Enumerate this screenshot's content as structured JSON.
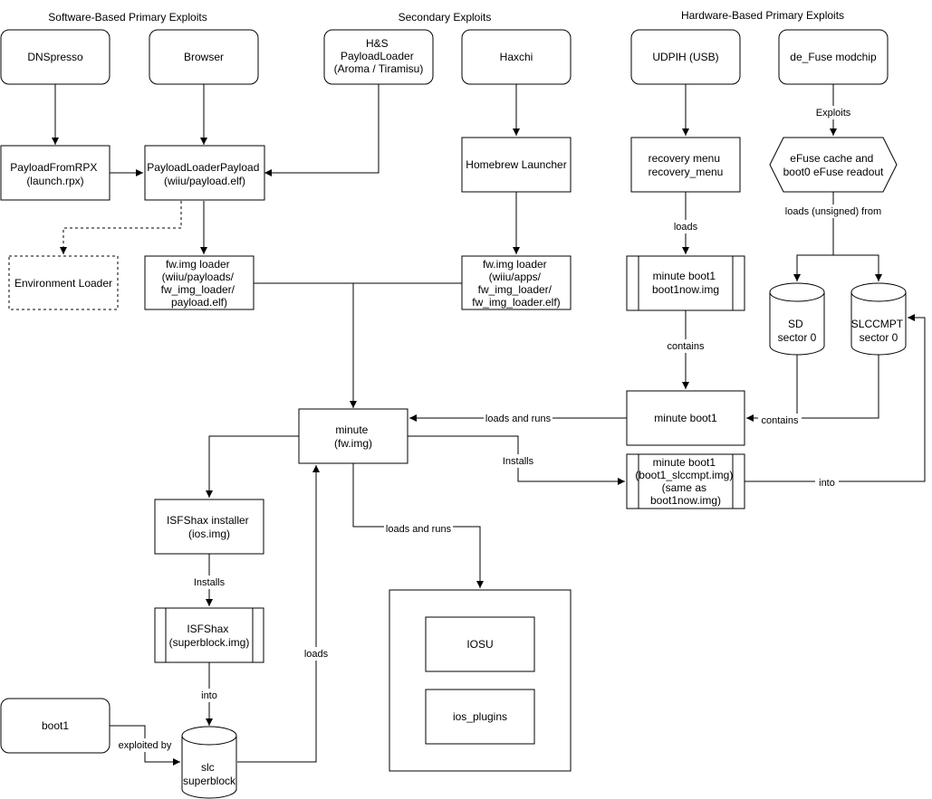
{
  "headers": {
    "software": "Software-Based Primary Exploits",
    "secondary": "Secondary Exploits",
    "hardware": "Hardware-Based Primary Exploits"
  },
  "nodes": {
    "dnspresso": [
      "DNSpresso"
    ],
    "browser": [
      "Browser"
    ],
    "hs_payloadloader": [
      "H&S",
      "PayloadLoader",
      "(Aroma / Tiramisu)"
    ],
    "haxchi": [
      "Haxchi"
    ],
    "udpih": [
      "UDPIH (USB)"
    ],
    "de_fuse": [
      "de_Fuse modchip"
    ],
    "payloadfromrpx": [
      "PayloadFromRPX",
      "(launch.rpx)"
    ],
    "payloadloaderpayload": [
      "PayloadLoaderPayload",
      "(wiiu/payload.elf)"
    ],
    "homebrew_launcher": [
      "Homebrew Launcher"
    ],
    "recovery_menu": [
      "recovery menu",
      "recovery_menu"
    ],
    "efuse": [
      "eFuse cache and",
      "boot0 eFuse readout"
    ],
    "environment_loader": [
      "Environment Loader"
    ],
    "fw_img_loader_1": [
      "fw.img loader",
      "(wiiu/payloads/",
      "fw_img_loader/",
      "payload.elf)"
    ],
    "fw_img_loader_2": [
      "fw.img loader",
      "(wiiu/apps/",
      "fw_img_loader/",
      "fw_img_loader.elf)"
    ],
    "minute_boot1_now": [
      "minute boot1",
      "boot1now.img"
    ],
    "sd": [
      "SD",
      "sector 0"
    ],
    "slccmpt": [
      "SLCCMPT",
      "sector 0"
    ],
    "minute": [
      "minute",
      "(fw.img)"
    ],
    "minute_boot1": [
      "minute boot1"
    ],
    "minute_boot1_slccmpt": [
      "minute boot1",
      "(boot1_slccmpt.img)",
      "(same as",
      "boot1now.img)"
    ],
    "isfshax_installer": [
      "ISFShax installer",
      "(ios.img)"
    ],
    "isfshax": [
      "ISFShax",
      "(superblock.img)"
    ],
    "iosu": [
      "IOSU"
    ],
    "ios_plugins": [
      "ios_plugins"
    ],
    "boot1": [
      "boot1"
    ],
    "slc_superblock": [
      "slc",
      "superblock"
    ]
  },
  "edge_labels": {
    "exploits": "Exploits",
    "loads_unsigned_from": "loads (unsigned) from",
    "loads": "loads",
    "contains_1": "contains",
    "contains_2": "contains",
    "loads_and_runs_1": "loads and runs",
    "loads_and_runs_2": "loads and runs",
    "installs_1": "Installs",
    "installs_2": "Installs",
    "into_1": "into",
    "into_2": "into",
    "loads_2": "loads",
    "exploited_by": "exploited by"
  }
}
